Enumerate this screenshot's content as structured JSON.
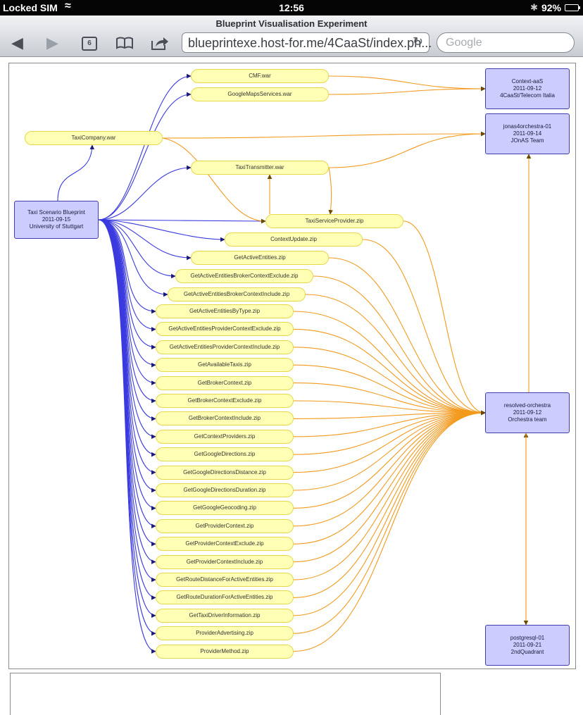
{
  "status_bar": {
    "carrier": "Locked SIM",
    "time": "12:56",
    "battery_percent": "92%",
    "battery_level": 0.92
  },
  "browser": {
    "page_title": "Blueprint Visualisation Experiment",
    "url": "blueprintexe.host-for.me/4CaaSt/index.ph...",
    "search_placeholder": "Google",
    "tab_count": "6"
  },
  "diagram": {
    "artifacts": [
      {
        "id": "cmf",
        "label": "CMF.war"
      },
      {
        "id": "gms",
        "label": "GoogleMapsServices.war"
      },
      {
        "id": "taxicompany",
        "label": "TaxiCompany.war"
      },
      {
        "id": "taxitransmitter",
        "label": "TaxiTransmitter.war"
      },
      {
        "id": "taxiserviceprovider",
        "label": "TaxiServiceProvider.zip"
      },
      {
        "id": "contextupdate",
        "label": "ContextUpdate.zip"
      },
      {
        "id": "getactiveentities",
        "label": "GetActiveEntities.zip"
      },
      {
        "id": "gaebce",
        "label": "GetActiveEntitiesBrokerContextExclude.zip"
      },
      {
        "id": "gaebci",
        "label": "GetActiveEntitiesBrokerContextInclude.zip"
      },
      {
        "id": "gaebt",
        "label": "GetActiveEntitiesByType.zip"
      },
      {
        "id": "gaepce",
        "label": "GetActiveEntitiesProviderContextExclude.zip"
      },
      {
        "id": "gaepci",
        "label": "GetActiveEntitiesProviderContextInclude.zip"
      },
      {
        "id": "gat",
        "label": "GetAvailableTaxis.zip"
      },
      {
        "id": "gbc",
        "label": "GetBrokerContext.zip"
      },
      {
        "id": "gbce",
        "label": "GetBrokerContextExclude.zip"
      },
      {
        "id": "gbci",
        "label": "GetBrokerContextInclude.zip"
      },
      {
        "id": "gcp",
        "label": "GetContextProviders.zip"
      },
      {
        "id": "ggd",
        "label": "GetGoogleDirections.zip"
      },
      {
        "id": "ggdd",
        "label": "GetGoogleDirectionsDistance.zip"
      },
      {
        "id": "ggddur",
        "label": "GetGoogleDirectionsDuration.zip"
      },
      {
        "id": "ggg",
        "label": "GetGoogleGeocoding.zip"
      },
      {
        "id": "gpc",
        "label": "GetProviderContext.zip"
      },
      {
        "id": "gpce",
        "label": "GetProviderContextExclude.zip"
      },
      {
        "id": "gpci",
        "label": "GetProviderContextInclude.zip"
      },
      {
        "id": "grdfae",
        "label": "GetRouteDistanceForActiveEntities.zip"
      },
      {
        "id": "grdurfae",
        "label": "GetRouteDurationForActiveEntities.zip"
      },
      {
        "id": "gtdi",
        "label": "GetTaxiDriverInformation.zip"
      },
      {
        "id": "pa",
        "label": "ProviderAdvertising.zip"
      },
      {
        "id": "pm",
        "label": "ProviderMethod.zip"
      }
    ],
    "environments": [
      {
        "id": "blueprint",
        "lines": [
          "Taxi Scenario Blueprint",
          "2011-09-15",
          "University of Stuttgart"
        ]
      },
      {
        "id": "contextaas",
        "lines": [
          "Context-aaS",
          "2011-09-12",
          "4CaaSt/Telecom Italia"
        ]
      },
      {
        "id": "jonas",
        "lines": [
          "jonas4orchestra-01",
          "2011-09-14",
          "JOnAS Team"
        ]
      },
      {
        "id": "resolved",
        "lines": [
          "resolved-orchestra",
          "2011-09-12",
          "Orchestra team"
        ]
      },
      {
        "id": "postgresql",
        "lines": [
          "postgresql-01",
          "2011-09-21",
          "2ndQuadrant"
        ]
      }
    ],
    "colors": {
      "blueprint_edge": "#3a3adf",
      "deploy_edge": "#f39a1e",
      "artifact_fill": "#ffffb5",
      "environment_fill": "#ccccff"
    }
  }
}
